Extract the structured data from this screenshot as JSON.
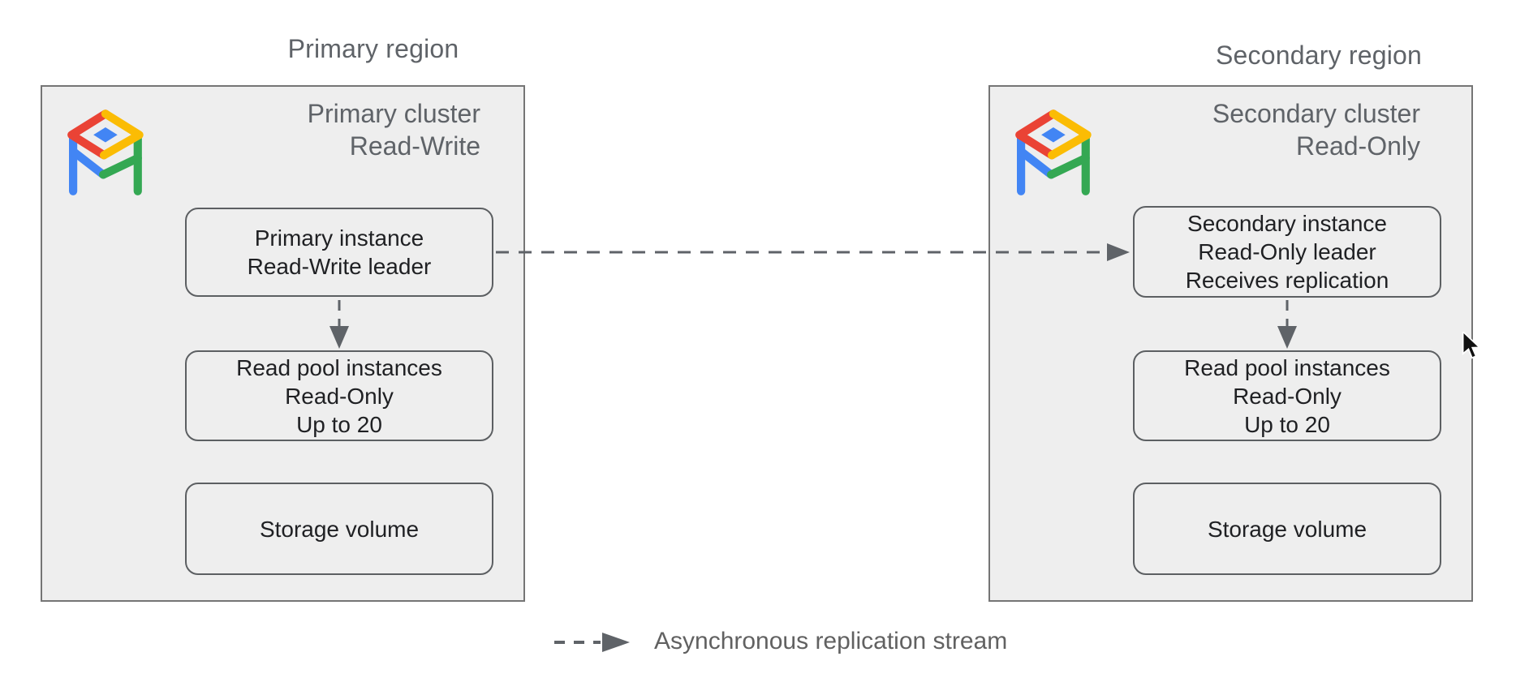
{
  "regions": {
    "primary": {
      "region_label": "Primary region",
      "cluster_label_line1": "Primary cluster",
      "cluster_label_line2": "Read-Write",
      "instance_box": {
        "lines": [
          "Primary instance",
          "Read-Write leader"
        ]
      },
      "read_pool_box": {
        "lines": [
          "Read pool instances",
          "Read-Only",
          "Up to 20"
        ]
      },
      "storage_box": {
        "lines": [
          "Storage volume"
        ]
      }
    },
    "secondary": {
      "region_label": "Secondary region",
      "cluster_label_line1": "Secondary cluster",
      "cluster_label_line2": "Read-Only",
      "instance_box": {
        "lines": [
          "Secondary instance",
          "Read-Only leader",
          "Receives replication"
        ]
      },
      "read_pool_box": {
        "lines": [
          "Read pool instances",
          "Read-Only",
          "Up to 20"
        ]
      },
      "storage_box": {
        "lines": [
          "Storage volume"
        ]
      }
    }
  },
  "legend": {
    "label": "Asynchronous replication stream"
  },
  "icons": {
    "cluster_icon": "alloydb-icon",
    "arrow_icon": "dashed-arrow"
  },
  "colors": {
    "icon_red": "#EA4335",
    "icon_yellow": "#FBBC04",
    "icon_green": "#34A853",
    "icon_blue": "#4285F4",
    "box_fill": "#EEEEEE",
    "box_border": "#5C5F62",
    "cluster_border": "#757575",
    "muted_text": "#5F6368",
    "dark_text": "#1F2023",
    "arrow": "#5F6368"
  }
}
